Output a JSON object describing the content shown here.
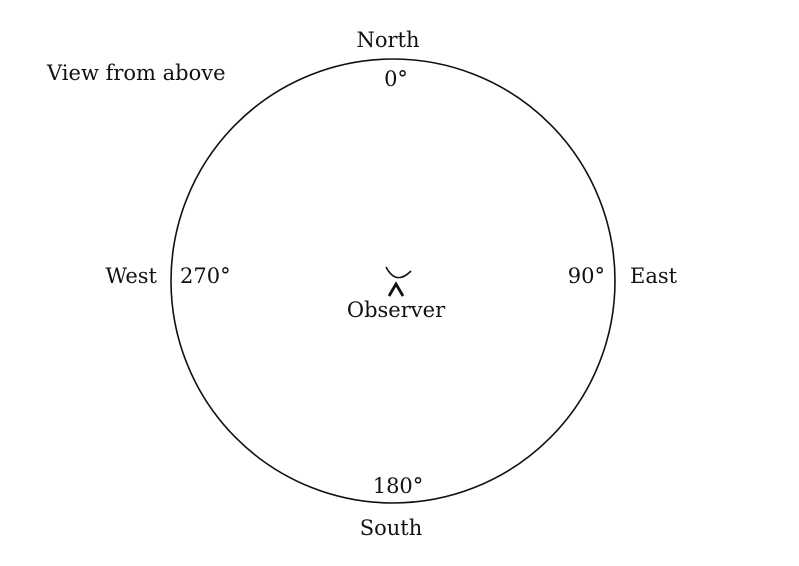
{
  "caption": "View from above",
  "directions": {
    "north": "North",
    "east": "East",
    "south": "South",
    "west": "West"
  },
  "degrees": {
    "north": "0°",
    "east": "90°",
    "south": "180°",
    "west": "270°"
  },
  "observer": {
    "label": "Observer",
    "icon": "observer-icon"
  },
  "colors": {
    "line": "#111111",
    "background": "#ffffff"
  }
}
